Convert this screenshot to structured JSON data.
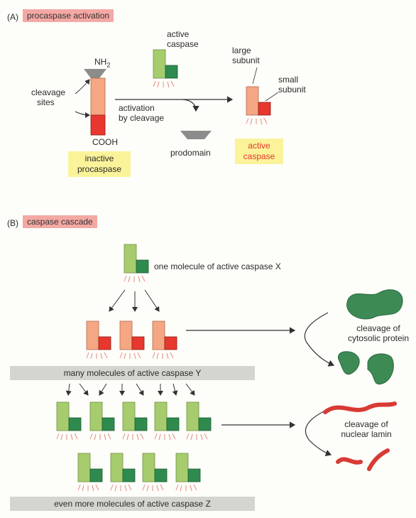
{
  "panel_a": {
    "letter": "(A)",
    "title": "procaspase activation",
    "nh2": "NH2",
    "cooh": "COOH",
    "cleavage_sites": [
      "cleavage",
      "sites"
    ],
    "inactive_label": [
      "inactive",
      "procaspase"
    ],
    "active_caspase_top": [
      "active",
      "caspase"
    ],
    "activation_label": [
      "activation",
      "by cleavage"
    ],
    "prodomain": "prodomain",
    "large_subunit": [
      "large",
      "subunit"
    ],
    "small_subunit": [
      "small",
      "subunit"
    ],
    "active_caspase_result": [
      "active",
      "caspase"
    ]
  },
  "panel_b": {
    "letter": "(B)",
    "title": "caspase cascade",
    "caspase_x_label": "one molecule of active caspase X",
    "caspase_y_label": "many molecules of active caspase Y",
    "caspase_z_label": "even more molecules of active caspase Z",
    "cytosolic_label": [
      "cleavage of",
      "cytosolic protein"
    ],
    "lamin_label": [
      "cleavage of",
      "nuclear lamin"
    ]
  },
  "colors": {
    "light_green": "#a6cc6e",
    "dark_green": "#2f8a4e",
    "salmon": "#f5a682",
    "red": "#e8372f",
    "gray": "#8c8c8c",
    "pink_title": "#f4a8a4",
    "yellow_box": "#fbf39a",
    "gray_band": "#d5d5d0",
    "lamin_red": "#d83a34",
    "protein_green": "#3d8a55"
  }
}
